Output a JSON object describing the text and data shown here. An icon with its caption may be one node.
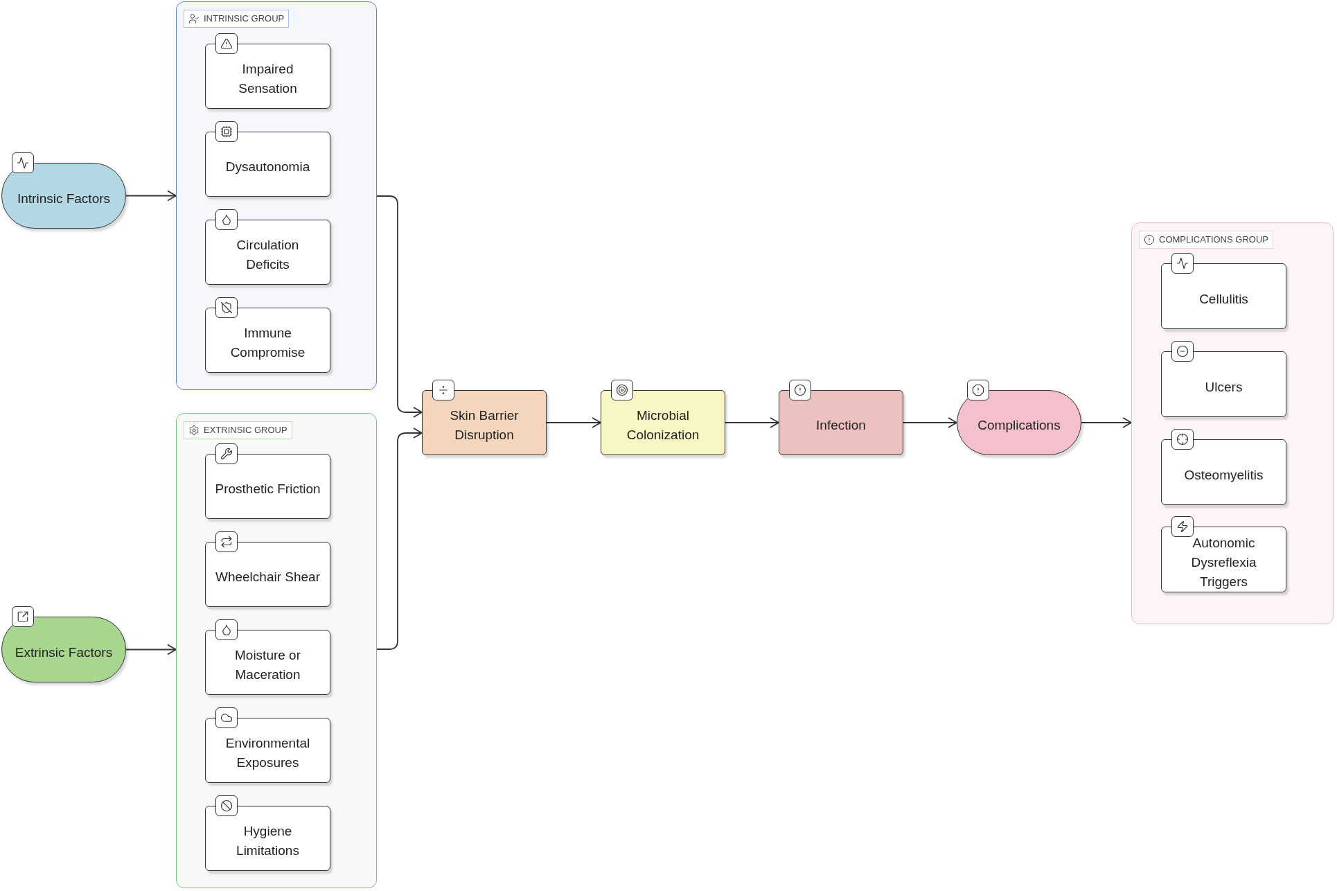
{
  "diagram": {
    "nodes": [
      {
        "text": [
          "Intrinsic Factors"
        ]
      },
      {
        "text": [
          "INTRINSIC GROUP"
        ]
      },
      {
        "text": [
          "Impaired Sensation"
        ],
        "in": 1
      },
      {
        "text": [
          "Dysautonomia"
        ],
        "in": 1
      },
      {
        "text": [
          "Circulation Deficits"
        ],
        "in": 1
      },
      {
        "text": [
          "Immune Compromise"
        ],
        "in": 1
      },
      {
        "text": [
          "Extrinsic Factors"
        ]
      },
      {
        "text": [
          "EXTRINSIC GROUP"
        ]
      },
      {
        "text": [
          "Prosthetic Friction"
        ],
        "in": 7
      },
      {
        "text": [
          "Wheelchair Shear"
        ],
        "in": 7
      },
      {
        "text": [
          "Moisture or Maceration"
        ],
        "in": 7
      },
      {
        "text": [
          "Environmental Exposures"
        ],
        "in": 7
      },
      {
        "text": [
          "Hygiene Limitations"
        ],
        "in": 7
      },
      {
        "text": [
          "Skin Barrier Disruption"
        ]
      },
      {
        "text": [
          "Microbial Colonization"
        ]
      },
      {
        "text": [
          "Infection"
        ]
      },
      {
        "text": [
          "Complications"
        ]
      },
      {
        "text": [
          "COMPLICATIONS GROUP"
        ]
      },
      {
        "text": [
          "Cellulitis"
        ],
        "in": 17
      },
      {
        "text": [
          "Ulcers"
        ],
        "in": 17
      },
      {
        "text": [
          "Osteomyelitis"
        ],
        "in": 17
      },
      {
        "text": [
          "Autonomic Dysreflexia Triggers"
        ],
        "in": 17
      }
    ],
    "edges": [
      {
        "from": 0,
        "to": 1,
        "arrow": "to"
      },
      {
        "from": 6,
        "to": 7,
        "arrow": "to"
      },
      {
        "from": 1,
        "to": 13,
        "arrow": "to"
      },
      {
        "from": 7,
        "to": 13,
        "arrow": "to"
      },
      {
        "from": 13,
        "to": 14,
        "arrow": "to"
      },
      {
        "from": 14,
        "to": 15,
        "arrow": "to"
      },
      {
        "from": 15,
        "to": 16,
        "arrow": "to"
      },
      {
        "from": 16,
        "to": 17,
        "arrow": "to"
      }
    ]
  }
}
